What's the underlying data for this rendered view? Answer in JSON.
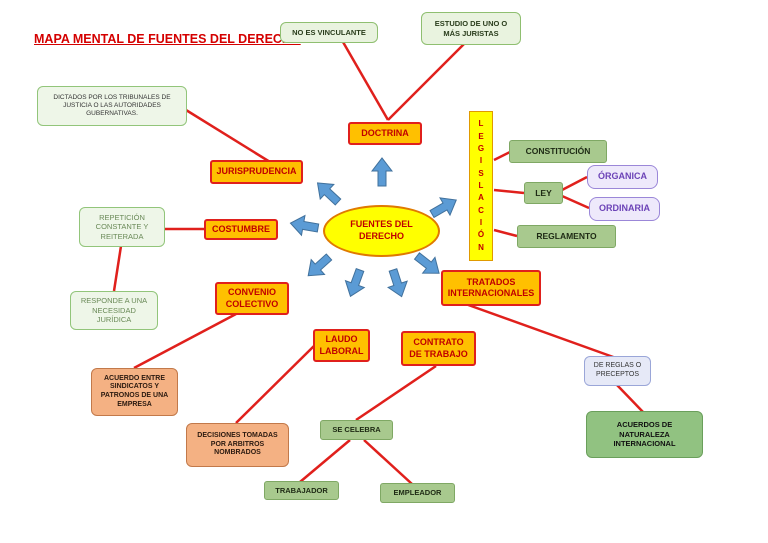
{
  "title": "MAPA MENTAL DE FUENTES DEL DERECHO",
  "center": {
    "line1": "FUENTES DEL",
    "line2": "DERECHO"
  },
  "doctrina": {
    "label": "DOCTRINA",
    "no_vinculante": "NO ES VINCULANTE",
    "estudio_line1": "ESTUDIO DE UNO O",
    "estudio_line2": "MÁS JURISTAS"
  },
  "jurisprudencia": {
    "label": "JURISPRUDENCIA",
    "detail": "DICTADOS POR LOS TRIBUNALES DE JUSTICIA O LAS AUTORIDADES GUBERNATIVAS."
  },
  "costumbre": {
    "label": "COSTUMBRE",
    "repeticion": "REPETICIÓN CONSTANTE Y REITERADA",
    "responde": "RESPONDE A UNA NECESIDAD JURÍDICA"
  },
  "legislacion": {
    "letters": [
      "L",
      "E",
      "G",
      "I",
      "S",
      "L",
      "A",
      "C",
      "I",
      "Ó",
      "N"
    ],
    "constitucion": "CONSTITUCIÓN",
    "ley": "LEY",
    "organica": "ÓRGANICA",
    "ordinaria": "ORDINARIA",
    "reglamento": "REGLAMENTO"
  },
  "tratados": {
    "line1": "TRATADOS",
    "line2": "INTERNACIONALES",
    "reglas": "DE REGLAS O PRECEPTOS",
    "acuerdos": "ACUERDOS DE NATURALEZA INTERNACIONAL"
  },
  "convenio": {
    "line1": "CONVENIO",
    "line2": "COLECTIVO",
    "acuerdo": "ACUERDO ENTRE SINDICATOS Y PATRONOS DE UNA EMPRESA"
  },
  "laudo": {
    "line1": "LAUDO",
    "line2": "LABORAL",
    "decisiones": "DECISIONES TOMADAS POR ARBITROS NOMBRADOS"
  },
  "contrato": {
    "line1": "CONTRATO",
    "line2": "DE TRABAJO",
    "se_celebra": "SE CELEBRA",
    "trabajador": "TRABAJADOR",
    "empleador": "EMPLEADOR"
  },
  "colors": {
    "connector": "#e0201c",
    "arrow": "#5b9bd5",
    "node_fill": "#ffc000",
    "center_fill": "#ffff00"
  }
}
